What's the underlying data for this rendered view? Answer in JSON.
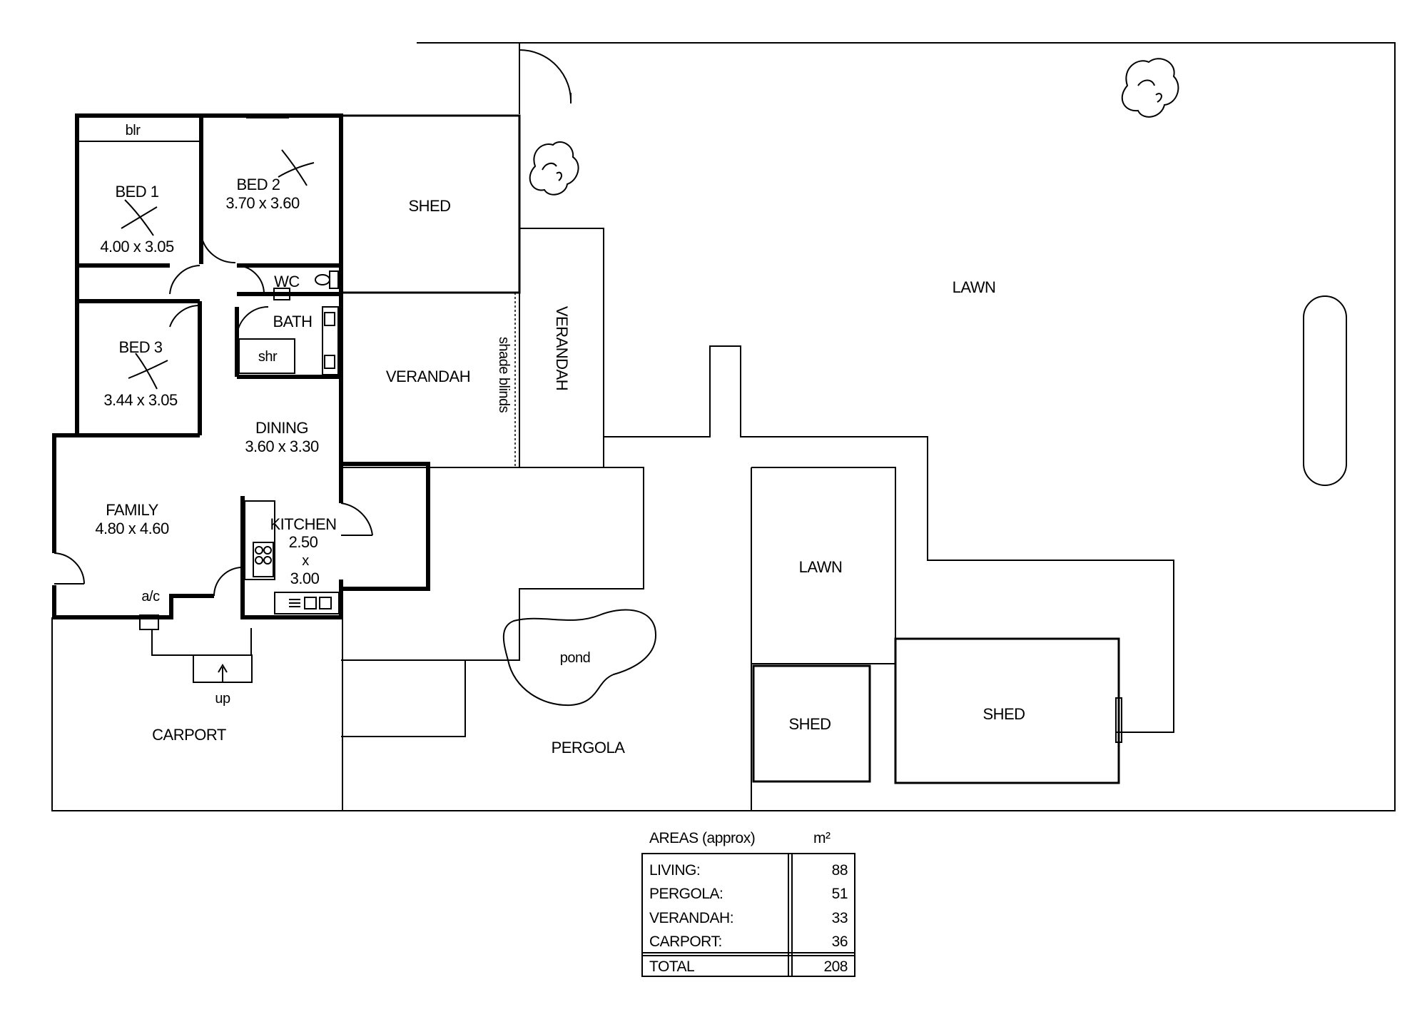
{
  "rooms": {
    "bed1": {
      "name": "BED 1",
      "dims": "4.00 x 3.05"
    },
    "bed2": {
      "name": "BED 2",
      "dims": "3.70 x 3.60"
    },
    "bed3": {
      "name": "BED 3",
      "dims": "3.44 x 3.05"
    },
    "wc": "WC",
    "bath": "BATH",
    "shr": "shr",
    "blr": "blr",
    "dining": {
      "name": "DINING",
      "dims": "3.60 x 3.30"
    },
    "family": {
      "name": "FAMILY",
      "dims": "4.80 x 4.60"
    },
    "kitchen": {
      "name": "KITCHEN",
      "dim1": "2.50",
      "dim2": "x",
      "dim3": "3.00"
    },
    "ac": "a/c",
    "up": "up",
    "carport": "CARPORT",
    "shed_top": "SHED",
    "verandah_left": "VERANDAH",
    "shade_blinds": "shade blinds",
    "verandah_vertical": "VERANDAH",
    "pond": "pond",
    "pergola": "PERGOLA",
    "lawn_small": "LAWN",
    "shed_small": "SHED",
    "shed_large": "SHED",
    "lawn_large": "LAWN"
  },
  "areas": {
    "title": "AREAS (approx)",
    "unit": "m²",
    "rows": [
      {
        "label": "LIVING:",
        "value": "88"
      },
      {
        "label": "PERGOLA:",
        "value": "51"
      },
      {
        "label": "VERANDAH:",
        "value": "33"
      },
      {
        "label": "CARPORT:",
        "value": "36"
      }
    ],
    "total": {
      "label": "TOTAL",
      "value": "208"
    }
  }
}
